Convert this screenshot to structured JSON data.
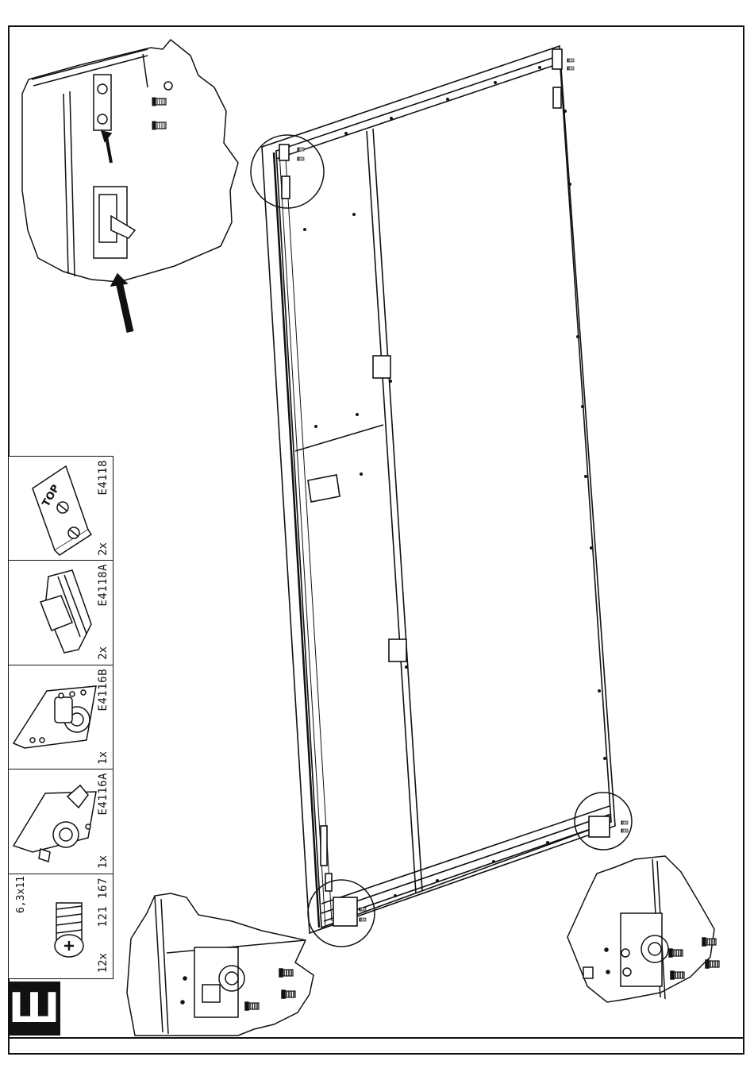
{
  "step": {
    "glyph": "Ш"
  },
  "parts": [
    {
      "code": "E4118",
      "qty": "2x",
      "icon": "top-clip-icon"
    },
    {
      "code": "E4118A",
      "qty": "2x",
      "icon": "guide-clip-icon"
    },
    {
      "code": "E4116B",
      "qty": "1x",
      "icon": "roller-plate-b-icon"
    },
    {
      "code": "E4116A",
      "qty": "1x",
      "icon": "roller-plate-a-icon"
    },
    {
      "code": "121 167",
      "qty": "12x",
      "dims": "6,3x11",
      "icon": "screw-icon"
    }
  ],
  "labels": {
    "top_mark": "TOP"
  }
}
